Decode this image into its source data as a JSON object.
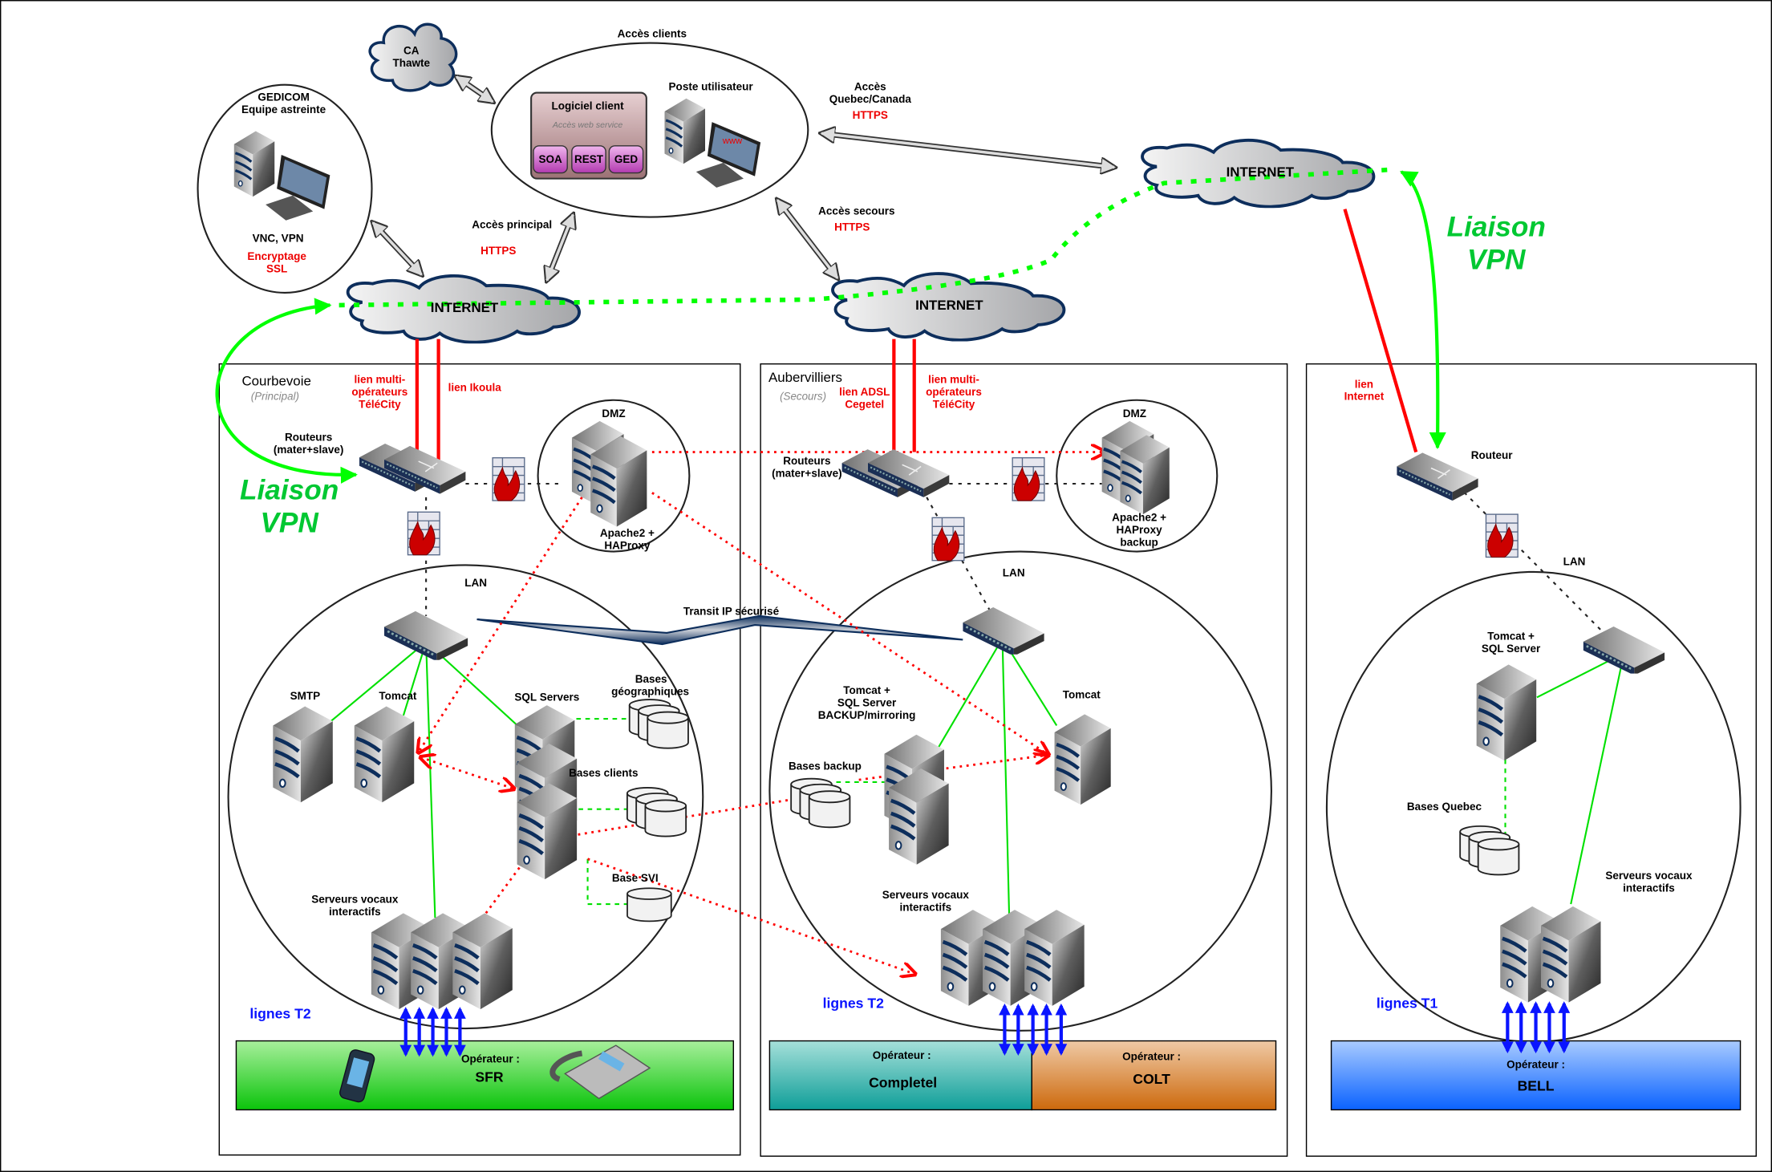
{
  "colors": {
    "vpn": "#00ff00",
    "link": "#ff0000",
    "cloud_border": "#0d2e5c",
    "lines": "#0a14ff",
    "sfr": "#22cc22",
    "completel": "#139d9a",
    "colt": "#cf6e12",
    "bell": "#1a6cff"
  },
  "access_clients": {
    "title": "Accès clients",
    "software_title": "Logiciel client",
    "software_subtitle": "Accès web service",
    "modules": [
      "SOA",
      "REST",
      "GED"
    ],
    "workstation": "Poste utilisateur",
    "www": "www"
  },
  "ca": [
    "CA",
    "Thawte"
  ],
  "gedicom": {
    "title": [
      "GEDICOM",
      "Equipe astreinte"
    ],
    "vnc": "VNC, VPN",
    "encryption": [
      "Encryptage",
      "SSL"
    ]
  },
  "links": {
    "principal": {
      "label": "Accès principal",
      "protocol": "HTTPS"
    },
    "secours": {
      "label": "Accès secours",
      "protocol": "HTTPS"
    },
    "quebec": {
      "label": [
        "Accès",
        "Quebec/Canada"
      ],
      "protocol": "HTTPS"
    }
  },
  "clouds": [
    "INTERNET",
    "INTERNET",
    "INTERNET"
  ],
  "vpn_label": [
    "Liaison",
    "VPN"
  ],
  "transit": "Transit IP sécurisé",
  "sites": {
    "courbevoie": {
      "name": "Courbevoie",
      "role": "(Principal)",
      "link1": [
        "lien multi-",
        "opérateurs",
        "TéléCity"
      ],
      "link2": "lien Ikoula",
      "routers": [
        "Routeurs",
        "(mater+slave)"
      ],
      "dmz": "DMZ",
      "dmz_server": [
        "Apache2 +",
        "HAProxy"
      ],
      "lan": "LAN",
      "smtp": "SMTP",
      "tomcat": "Tomcat",
      "sql": "SQL Servers",
      "geo_db": [
        "Bases",
        "géographiques"
      ],
      "clients_db": "Bases clients",
      "svi_db": "Base SVI",
      "voice": [
        "Serveurs vocaux",
        "interactifs"
      ],
      "lines": "lignes T2",
      "operator_label": "Opérateur :",
      "operator": "SFR"
    },
    "aubervilliers": {
      "name": "Aubervilliers",
      "role": "(Secours)",
      "link1": [
        "lien ADSL",
        "Cegetel"
      ],
      "link2": [
        "lien multi-",
        "opérateurs",
        "TéléCity"
      ],
      "routers": [
        "Routeurs",
        "(mater+slave)"
      ],
      "dmz": "DMZ",
      "dmz_server": [
        "Apache2 +",
        "HAProxy",
        "backup"
      ],
      "lan": "LAN",
      "backup_server": [
        "Tomcat +",
        "SQL Server",
        "BACKUP/mirroring"
      ],
      "tomcat": "Tomcat",
      "backup_db": "Bases backup",
      "voice": [
        "Serveurs vocaux",
        "interactifs"
      ],
      "lines": "lignes T2",
      "operators": [
        {
          "label": "Opérateur :",
          "name": "Completel"
        },
        {
          "label": "Opérateur :",
          "name": "COLT"
        }
      ]
    },
    "quebec": {
      "link": [
        "lien",
        "Internet"
      ],
      "router": "Routeur",
      "lan": "LAN",
      "server": [
        "Tomcat +",
        "SQL Server"
      ],
      "db": "Bases Quebec",
      "voice": [
        "Serveurs vocaux",
        "interactifs"
      ],
      "lines": "lignes T1",
      "operator_label": "Opérateur :",
      "operator": "BELL"
    }
  }
}
